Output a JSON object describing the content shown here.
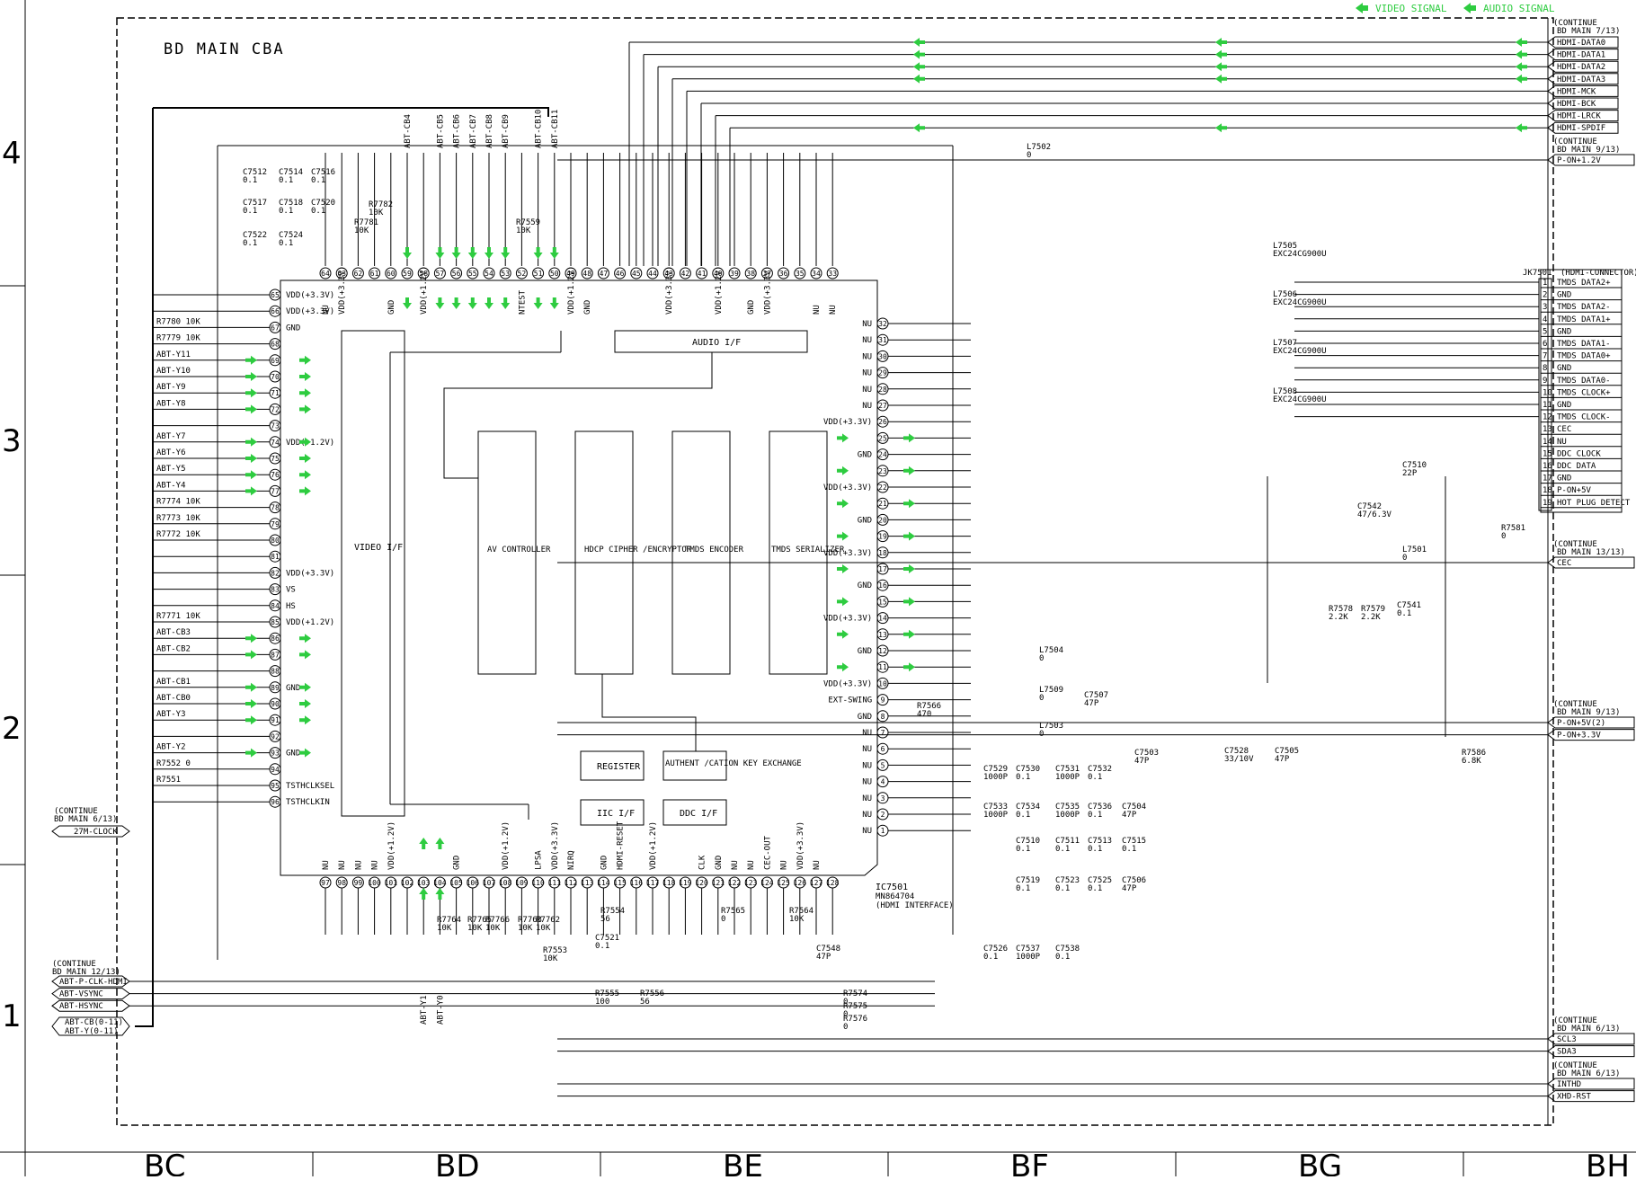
{
  "sheet": {
    "title": "BD MAIN CBA",
    "row_labels": [
      "4",
      "3",
      "2",
      "1"
    ],
    "col_labels": [
      "BC",
      "BD",
      "BE",
      "BF",
      "BG",
      "BH"
    ]
  },
  "legend": {
    "video": "VIDEO SIGNAL",
    "audio": "AUDIO SIGNAL",
    "color": "#2ecc40"
  },
  "ic": {
    "ref": "IC7501",
    "part": "MN864704",
    "desc": "(HDMI INTERFACE)",
    "blocks": {
      "video_if": "VIDEO I/F",
      "audio_if": "AUDIO I/F",
      "av_controller": "AV CONTROLLER",
      "hdcp": "HDCP CIPHER /ENCRYPTOR",
      "tmds_enc": "TMDS ENCODER",
      "tmds_ser": "TMDS SERIALIZER",
      "register": "REGISTER",
      "auth": "AUTHENT /CATION KEY EXCHANGE",
      "iic": "IIC I/F",
      "ddc": "DDC I/F"
    }
  },
  "connector": {
    "ref": "JK7501",
    "name": "(HDMI-CONNECTOR)",
    "pins": [
      {
        "n": "1",
        "name": "TMDS DATA2+"
      },
      {
        "n": "2",
        "name": "GND"
      },
      {
        "n": "3",
        "name": "TMDS DATA2-"
      },
      {
        "n": "4",
        "name": "TMDS DATA1+"
      },
      {
        "n": "5",
        "name": "GND"
      },
      {
        "n": "6",
        "name": "TMDS DATA1-"
      },
      {
        "n": "7",
        "name": "TMDS DATA0+"
      },
      {
        "n": "8",
        "name": "GND"
      },
      {
        "n": "9",
        "name": "TMDS DATA0-"
      },
      {
        "n": "10",
        "name": "TMDS CLOCK+"
      },
      {
        "n": "11",
        "name": "GND"
      },
      {
        "n": "12",
        "name": "TMDS CLOCK-"
      },
      {
        "n": "13",
        "name": "CEC"
      },
      {
        "n": "14",
        "name": "NU"
      },
      {
        "n": "15",
        "name": "DDC CLOCK"
      },
      {
        "n": "16",
        "name": "DDC DATA"
      },
      {
        "n": "17",
        "name": "GND"
      },
      {
        "n": "18",
        "name": "P-ON+5V"
      },
      {
        "n": "19",
        "name": "HOT PLUG DETECT"
      }
    ]
  },
  "continue_top": {
    "note1": "(CONTINUE",
    "note2": "BD MAIN 7/13)",
    "signals": [
      "HDMI-DATA0",
      "HDMI-DATA1",
      "HDMI-DATA2",
      "HDMI-DATA3",
      "HDMI-MCK",
      "HDMI-BCK",
      "HDMI-LRCK",
      "HDMI-SPDIF"
    ]
  },
  "continue_pon12": {
    "note1": "(CONTINUE",
    "note2": "BD MAIN 9/13)",
    "signal": "P-ON+1.2V"
  },
  "continue_cec": {
    "note1": "(CONTINUE",
    "note2": "BD MAIN 13/13)",
    "signal": "CEC"
  },
  "continue_pwr": {
    "note1": "(CONTINUE",
    "note2": "BD MAIN 9/13)",
    "signals": [
      "P-ON+5V(2)",
      "P-ON+3.3V"
    ]
  },
  "continue_scl": {
    "note1": "(CONTINUE",
    "note2": "BD MAIN 6/13)",
    "signals": [
      "SCL3",
      "SDA3"
    ]
  },
  "continue_int": {
    "note1": "(CONTINUE",
    "note2": "BD MAIN 6/13)",
    "signals": [
      "INTHD",
      "XHD-RST"
    ]
  },
  "continue_clk": {
    "note1": "(CONTINUE",
    "note2": "BD MAIN 6/13)",
    "signal": "27M-CLOCK"
  },
  "continue_left": {
    "note1": "(CONTINUE",
    "note2": "BD MAIN 12/13)",
    "signals": [
      "ABT-P-CLK-HDMI",
      "ABT-VSYNC",
      "ABT-HSYNC"
    ],
    "bus1": "ABT-CB(0-11)",
    "bus2": "ABT-Y(0-11)"
  },
  "left_pins": [
    {
      "n": "65",
      "label": "VDD(+3.3V)"
    },
    {
      "n": "66",
      "label": "VDD(+3.3V)"
    },
    {
      "n": "67",
      "label": "GND"
    },
    {
      "n": "68",
      "label": ""
    },
    {
      "n": "69",
      "label": ""
    },
    {
      "n": "70",
      "label": ""
    },
    {
      "n": "71",
      "label": ""
    },
    {
      "n": "72",
      "label": ""
    },
    {
      "n": "73",
      "label": ""
    },
    {
      "n": "74",
      "label": "VDD(+1.2V)"
    },
    {
      "n": "75",
      "label": ""
    },
    {
      "n": "76",
      "label": ""
    },
    {
      "n": "77",
      "label": ""
    },
    {
      "n": "78",
      "label": ""
    },
    {
      "n": "79",
      "label": ""
    },
    {
      "n": "80",
      "label": ""
    },
    {
      "n": "81",
      "label": ""
    },
    {
      "n": "82",
      "label": "VDD(+3.3V)"
    },
    {
      "n": "83",
      "label": "VS"
    },
    {
      "n": "84",
      "label": "HS"
    },
    {
      "n": "85",
      "label": "VDD(+1.2V)"
    },
    {
      "n": "86",
      "label": ""
    },
    {
      "n": "87",
      "label": ""
    },
    {
      "n": "88",
      "label": ""
    },
    {
      "n": "89",
      "label": "GND"
    },
    {
      "n": "90",
      "label": ""
    },
    {
      "n": "91",
      "label": ""
    },
    {
      "n": "92",
      "label": ""
    },
    {
      "n": "93",
      "label": "GND"
    },
    {
      "n": "94",
      "label": ""
    },
    {
      "n": "95",
      "label": "TSTHCLKSEL"
    },
    {
      "n": "96",
      "label": "TSTHCLKIN"
    }
  ],
  "left_nets": [
    {
      "row": 3,
      "label": "R7780  10K"
    },
    {
      "row": 4,
      "label": "R7779  10K"
    },
    {
      "row": 5,
      "label": "ABT-Y11"
    },
    {
      "row": 6,
      "label": "ABT-Y10"
    },
    {
      "row": 7,
      "label": "ABT-Y9"
    },
    {
      "row": 8,
      "label": "ABT-Y8"
    },
    {
      "row": 10,
      "label": "ABT-Y7"
    },
    {
      "row": 11,
      "label": "ABT-Y6"
    },
    {
      "row": 12,
      "label": "ABT-Y5"
    },
    {
      "row": 13,
      "label": "ABT-Y4"
    },
    {
      "row": 14,
      "label": "R7774  10K"
    },
    {
      "row": 15,
      "label": "R7773  10K"
    },
    {
      "row": 16,
      "label": "R7772  10K"
    },
    {
      "row": 21,
      "label": "R7771  10K"
    },
    {
      "row": 22,
      "label": "ABT-CB3"
    },
    {
      "row": 23,
      "label": "ABT-CB2"
    },
    {
      "row": 25,
      "label": "ABT-CB1"
    },
    {
      "row": 26,
      "label": "ABT-CB0"
    },
    {
      "row": 27,
      "label": "ABT-Y3"
    },
    {
      "row": 29,
      "label": "ABT-Y2"
    },
    {
      "row": 30,
      "label": "R7552  0"
    },
    {
      "row": 31,
      "label": "R7551"
    }
  ],
  "right_pins": [
    {
      "n": "32",
      "label": "NU"
    },
    {
      "n": "31",
      "label": "NU"
    },
    {
      "n": "30",
      "label": "NU"
    },
    {
      "n": "29",
      "label": "NU"
    },
    {
      "n": "28",
      "label": "NU"
    },
    {
      "n": "27",
      "label": "NU"
    },
    {
      "n": "26",
      "label": "VDD(+3.3V)"
    },
    {
      "n": "25",
      "label": ""
    },
    {
      "n": "24",
      "label": "GND"
    },
    {
      "n": "23",
      "label": ""
    },
    {
      "n": "22",
      "label": "VDD(+3.3V)"
    },
    {
      "n": "21",
      "label": ""
    },
    {
      "n": "20",
      "label": "GND"
    },
    {
      "n": "19",
      "label": ""
    },
    {
      "n": "18",
      "label": "VDD(+3.3V)"
    },
    {
      "n": "17",
      "label": ""
    },
    {
      "n": "16",
      "label": "GND"
    },
    {
      "n": "15",
      "label": ""
    },
    {
      "n": "14",
      "label": "VDD(+3.3V)"
    },
    {
      "n": "13",
      "label": ""
    },
    {
      "n": "12",
      "label": "GND"
    },
    {
      "n": "11",
      "label": ""
    },
    {
      "n": "10",
      "label": "VDD(+3.3V)"
    },
    {
      "n": "9",
      "label": "EXT-SWING"
    },
    {
      "n": "8",
      "label": "GND"
    },
    {
      "n": "7",
      "label": "NU"
    },
    {
      "n": "6",
      "label": "NU"
    },
    {
      "n": "5",
      "label": "NU"
    },
    {
      "n": "4",
      "label": "NU"
    },
    {
      "n": "3",
      "label": "NU"
    },
    {
      "n": "2",
      "label": "NU"
    },
    {
      "n": "1",
      "label": "NU"
    }
  ],
  "top_pins": [
    {
      "n": "64",
      "label": "NU"
    },
    {
      "n": "63",
      "label": "VDD(+3.3V)"
    },
    {
      "n": "62",
      "label": ""
    },
    {
      "n": "61",
      "label": ""
    },
    {
      "n": "60",
      "label": "GND"
    },
    {
      "n": "59",
      "label": ""
    },
    {
      "n": "58",
      "label": "VDD(+1.2V)"
    },
    {
      "n": "57",
      "label": ""
    },
    {
      "n": "56",
      "label": ""
    },
    {
      "n": "55",
      "label": ""
    },
    {
      "n": "54",
      "label": ""
    },
    {
      "n": "53",
      "label": ""
    },
    {
      "n": "52",
      "label": "NTEST"
    },
    {
      "n": "51",
      "label": ""
    },
    {
      "n": "50",
      "label": ""
    },
    {
      "n": "49",
      "label": "VDD(+1.2V)"
    },
    {
      "n": "48",
      "label": "GND"
    },
    {
      "n": "47",
      "label": ""
    },
    {
      "n": "46",
      "label": ""
    },
    {
      "n": "45",
      "label": ""
    },
    {
      "n": "44",
      "label": ""
    },
    {
      "n": "43",
      "label": "VDD(+3.3V)"
    },
    {
      "n": "42",
      "label": ""
    },
    {
      "n": "41",
      "label": ""
    },
    {
      "n": "40",
      "label": "VDD(+1.2V)"
    },
    {
      "n": "39",
      "label": ""
    },
    {
      "n": "38",
      "label": "GND"
    },
    {
      "n": "37",
      "label": "VDD(+3.3V)"
    },
    {
      "n": "36",
      "label": ""
    },
    {
      "n": "35",
      "label": ""
    },
    {
      "n": "34",
      "label": "NU"
    },
    {
      "n": "33",
      "label": "NU"
    }
  ],
  "top_nets": [
    {
      "pin": 6,
      "label": "ABT-CB4"
    },
    {
      "pin": 8,
      "label": "ABT-CB5"
    },
    {
      "pin": 9,
      "label": "ABT-CB6"
    },
    {
      "pin": 10,
      "label": "ABT-CB7"
    },
    {
      "pin": 11,
      "label": "ABT-CB8"
    },
    {
      "pin": 12,
      "label": "ABT-CB9"
    },
    {
      "pin": 14,
      "label": "ABT-CB10"
    },
    {
      "pin": 15,
      "label": "ABT-CB11"
    }
  ],
  "bottom_pins": [
    {
      "n": "97",
      "label": "NU"
    },
    {
      "n": "98",
      "label": "NU"
    },
    {
      "n": "99",
      "label": "NU"
    },
    {
      "n": "100",
      "label": "NU"
    },
    {
      "n": "101",
      "label": "VDD(+1.2V)"
    },
    {
      "n": "102",
      "label": ""
    },
    {
      "n": "103",
      "label": ""
    },
    {
      "n": "104",
      "label": ""
    },
    {
      "n": "105",
      "label": "GND"
    },
    {
      "n": "106",
      "label": ""
    },
    {
      "n": "107",
      "label": ""
    },
    {
      "n": "108",
      "label": "VDD(+1.2V)"
    },
    {
      "n": "109",
      "label": ""
    },
    {
      "n": "110",
      "label": "LPSA"
    },
    {
      "n": "111",
      "label": "VDD(+3.3V)"
    },
    {
      "n": "112",
      "label": "NIRQ"
    },
    {
      "n": "113",
      "label": ""
    },
    {
      "n": "114",
      "label": "GND"
    },
    {
      "n": "115",
      "label": "HDMI-RESET"
    },
    {
      "n": "116",
      "label": ""
    },
    {
      "n": "117",
      "label": "VDD(+1.2V)"
    },
    {
      "n": "118",
      "label": ""
    },
    {
      "n": "119",
      "label": ""
    },
    {
      "n": "120",
      "label": "CLK"
    },
    {
      "n": "121",
      "label": "GND"
    },
    {
      "n": "122",
      "label": "NU"
    },
    {
      "n": "123",
      "label": "NU"
    },
    {
      "n": "124",
      "label": "CEC-OUT"
    },
    {
      "n": "125",
      "label": "NU"
    },
    {
      "n": "126",
      "label": "VDD(+3.3V)"
    },
    {
      "n": "127",
      "label": "NU"
    },
    {
      "n": "128",
      "label": ""
    }
  ],
  "bottom_nets": [
    {
      "pin": 7,
      "label": "ABT-Y1"
    },
    {
      "pin": 8,
      "label": "ABT-Y0"
    }
  ],
  "components": [
    {
      "ref": "C7512",
      "val": "0.1"
    },
    {
      "ref": "C7514",
      "val": "0.1"
    },
    {
      "ref": "C7516",
      "val": "0.1"
    },
    {
      "ref": "C7517",
      "val": "0.1"
    },
    {
      "ref": "C7518",
      "val": "0.1"
    },
    {
      "ref": "C7520",
      "val": "0.1"
    },
    {
      "ref": "C7522",
      "val": "0.1"
    },
    {
      "ref": "C7524",
      "val": "0.1"
    },
    {
      "ref": "R7781",
      "val": "10K"
    },
    {
      "ref": "R7782",
      "val": "10K"
    },
    {
      "ref": "R7559",
      "val": "10K"
    },
    {
      "ref": "L7502",
      "val": "0"
    },
    {
      "ref": "L7505",
      "val": "EXC24CG900U"
    },
    {
      "ref": "L7506",
      "val": "EXC24CG900U"
    },
    {
      "ref": "L7507",
      "val": "EXC24CG900U"
    },
    {
      "ref": "L7508",
      "val": "EXC24CG900U"
    },
    {
      "ref": "C7510",
      "val": "22P"
    },
    {
      "ref": "C7542",
      "val": "47/6.3V"
    },
    {
      "ref": "L7501",
      "val": "0"
    },
    {
      "ref": "R7581",
      "val": "0"
    },
    {
      "ref": "R7578",
      "val": "2.2K"
    },
    {
      "ref": "R7579",
      "val": "2.2K"
    },
    {
      "ref": "C7541",
      "val": "0.1"
    },
    {
      "ref": "L7504",
      "val": "0"
    },
    {
      "ref": "L7509",
      "val": "0"
    },
    {
      "ref": "C7507",
      "val": "47P"
    },
    {
      "ref": "R7566",
      "val": "470"
    },
    {
      "ref": "L7503",
      "val": "0"
    },
    {
      "ref": "C7503",
      "val": "47P"
    },
    {
      "ref": "C7528",
      "val": "33/10V"
    },
    {
      "ref": "C7505",
      "val": "47P"
    },
    {
      "ref": "R7586",
      "val": "6.8K"
    },
    {
      "ref": "C7529",
      "val": "1000P"
    },
    {
      "ref": "C7530",
      "val": "0.1"
    },
    {
      "ref": "C7531",
      "val": "1000P"
    },
    {
      "ref": "C7532",
      "val": "0.1"
    },
    {
      "ref": "C7533",
      "val": "1000P"
    },
    {
      "ref": "C7534",
      "val": "0.1"
    },
    {
      "ref": "C7535",
      "val": "1000P"
    },
    {
      "ref": "C7536",
      "val": "0.1"
    },
    {
      "ref": "C7504",
      "val": "47P"
    },
    {
      "ref": "C7510",
      "val": "0.1"
    },
    {
      "ref": "C7511",
      "val": "0.1"
    },
    {
      "ref": "C7513",
      "val": "0.1"
    },
    {
      "ref": "C7515",
      "val": "0.1"
    },
    {
      "ref": "C7519",
      "val": "0.1"
    },
    {
      "ref": "C7523",
      "val": "0.1"
    },
    {
      "ref": "C7525",
      "val": "0.1"
    },
    {
      "ref": "C7506",
      "val": "47P"
    },
    {
      "ref": "C7526",
      "val": "0.1"
    },
    {
      "ref": "C7537",
      "val": "1000P"
    },
    {
      "ref": "C7538",
      "val": "0.1"
    },
    {
      "ref": "C7548",
      "val": "47P"
    },
    {
      "ref": "R7564",
      "val": "10K"
    },
    {
      "ref": "R7565",
      "val": "0"
    },
    {
      "ref": "R7554",
      "val": "56"
    },
    {
      "ref": "C7521",
      "val": "0.1"
    },
    {
      "ref": "R7553",
      "val": "10K"
    },
    {
      "ref": "R7555",
      "val": "100"
    },
    {
      "ref": "R7556",
      "val": "56"
    },
    {
      "ref": "R7574",
      "val": "0"
    },
    {
      "ref": "R7575",
      "val": "0"
    },
    {
      "ref": "R7576",
      "val": "0"
    },
    {
      "ref": "R7764",
      "val": "10K"
    },
    {
      "ref": "R7765",
      "val": "10K"
    },
    {
      "ref": "R7766",
      "val": "10K"
    },
    {
      "ref": "R7763",
      "val": "10K"
    },
    {
      "ref": "R7762",
      "val": "10K"
    }
  ]
}
